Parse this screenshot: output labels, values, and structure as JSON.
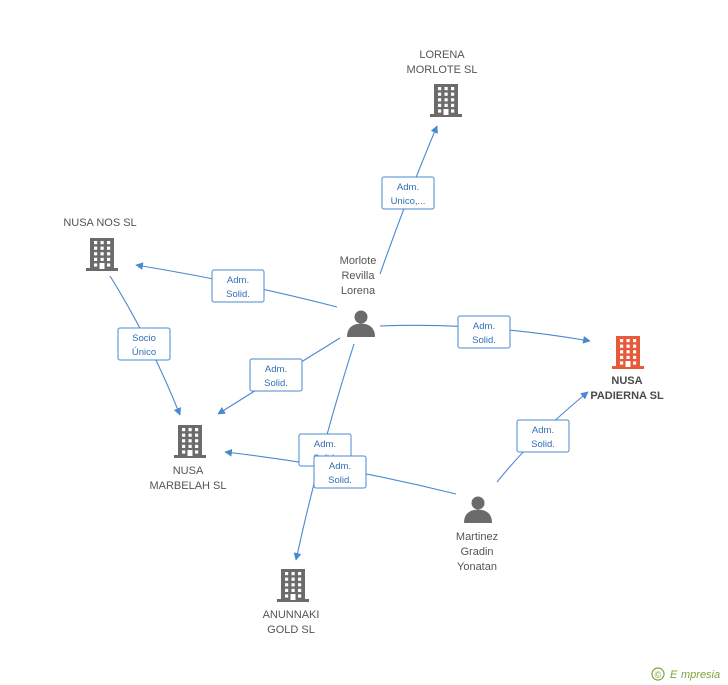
{
  "colors": {
    "edge": "#4a88d0",
    "company": "#6b6b6b",
    "company_main": "#e8593a",
    "person": "#6b6b6b",
    "label_text": "#2f6eb5",
    "brand": "#7aa63a"
  },
  "nodes": [
    {
      "id": "lorena_morlote_sl",
      "type": "company",
      "label_lines": [
        "LORENA",
        "MORLOTE SL"
      ],
      "main": false
    },
    {
      "id": "nusa_nos_sl",
      "type": "company",
      "label_lines": [
        "NUSA NOS SL"
      ],
      "main": false
    },
    {
      "id": "nusa_padierna_sl",
      "type": "company",
      "label_lines": [
        "NUSA",
        "PADIERNA SL"
      ],
      "main": true
    },
    {
      "id": "nusa_marbelah_sl",
      "type": "company",
      "label_lines": [
        "NUSA",
        "MARBELAH SL"
      ],
      "main": false
    },
    {
      "id": "anunnaki_gold_sl",
      "type": "company",
      "label_lines": [
        "ANUNNAKI",
        "GOLD SL"
      ],
      "main": false
    },
    {
      "id": "morlote_revilla_lorena",
      "type": "person",
      "label_lines": [
        "Morlote",
        "Revilla",
        "Lorena"
      ],
      "main": false
    },
    {
      "id": "martinez_gradin_yonatan",
      "type": "person",
      "label_lines": [
        "Martinez",
        "Gradin",
        "Yonatan"
      ],
      "main": false
    }
  ],
  "edges": [
    {
      "from": "morlote_revilla_lorena",
      "to": "lorena_morlote_sl",
      "label_lines": [
        "Adm.",
        "Unico,..."
      ]
    },
    {
      "from": "morlote_revilla_lorena",
      "to": "nusa_nos_sl",
      "label_lines": [
        "Adm.",
        "Solid."
      ]
    },
    {
      "from": "morlote_revilla_lorena",
      "to": "nusa_padierna_sl",
      "label_lines": [
        "Adm.",
        "Solid."
      ]
    },
    {
      "from": "morlote_revilla_lorena",
      "to": "nusa_marbelah_sl",
      "label_lines": [
        "Adm.",
        "Solid."
      ]
    },
    {
      "from": "morlote_revilla_lorena",
      "to": "anunnaki_gold_sl",
      "label_lines": [
        "Adm.",
        "Solid."
      ]
    },
    {
      "from": "nusa_nos_sl",
      "to": "nusa_marbelah_sl",
      "label_lines": [
        "Socio",
        "Único"
      ]
    },
    {
      "from": "martinez_gradin_yonatan",
      "to": "nusa_marbelah_sl",
      "label_lines": [
        "Adm.",
        "Solid."
      ]
    },
    {
      "from": "martinez_gradin_yonatan",
      "to": "nusa_padierna_sl",
      "label_lines": [
        "Adm.",
        "Solid."
      ]
    }
  ],
  "footer": {
    "copyright_symbol": "©",
    "brand_initial": "E",
    "brand_rest": "mpresia"
  }
}
